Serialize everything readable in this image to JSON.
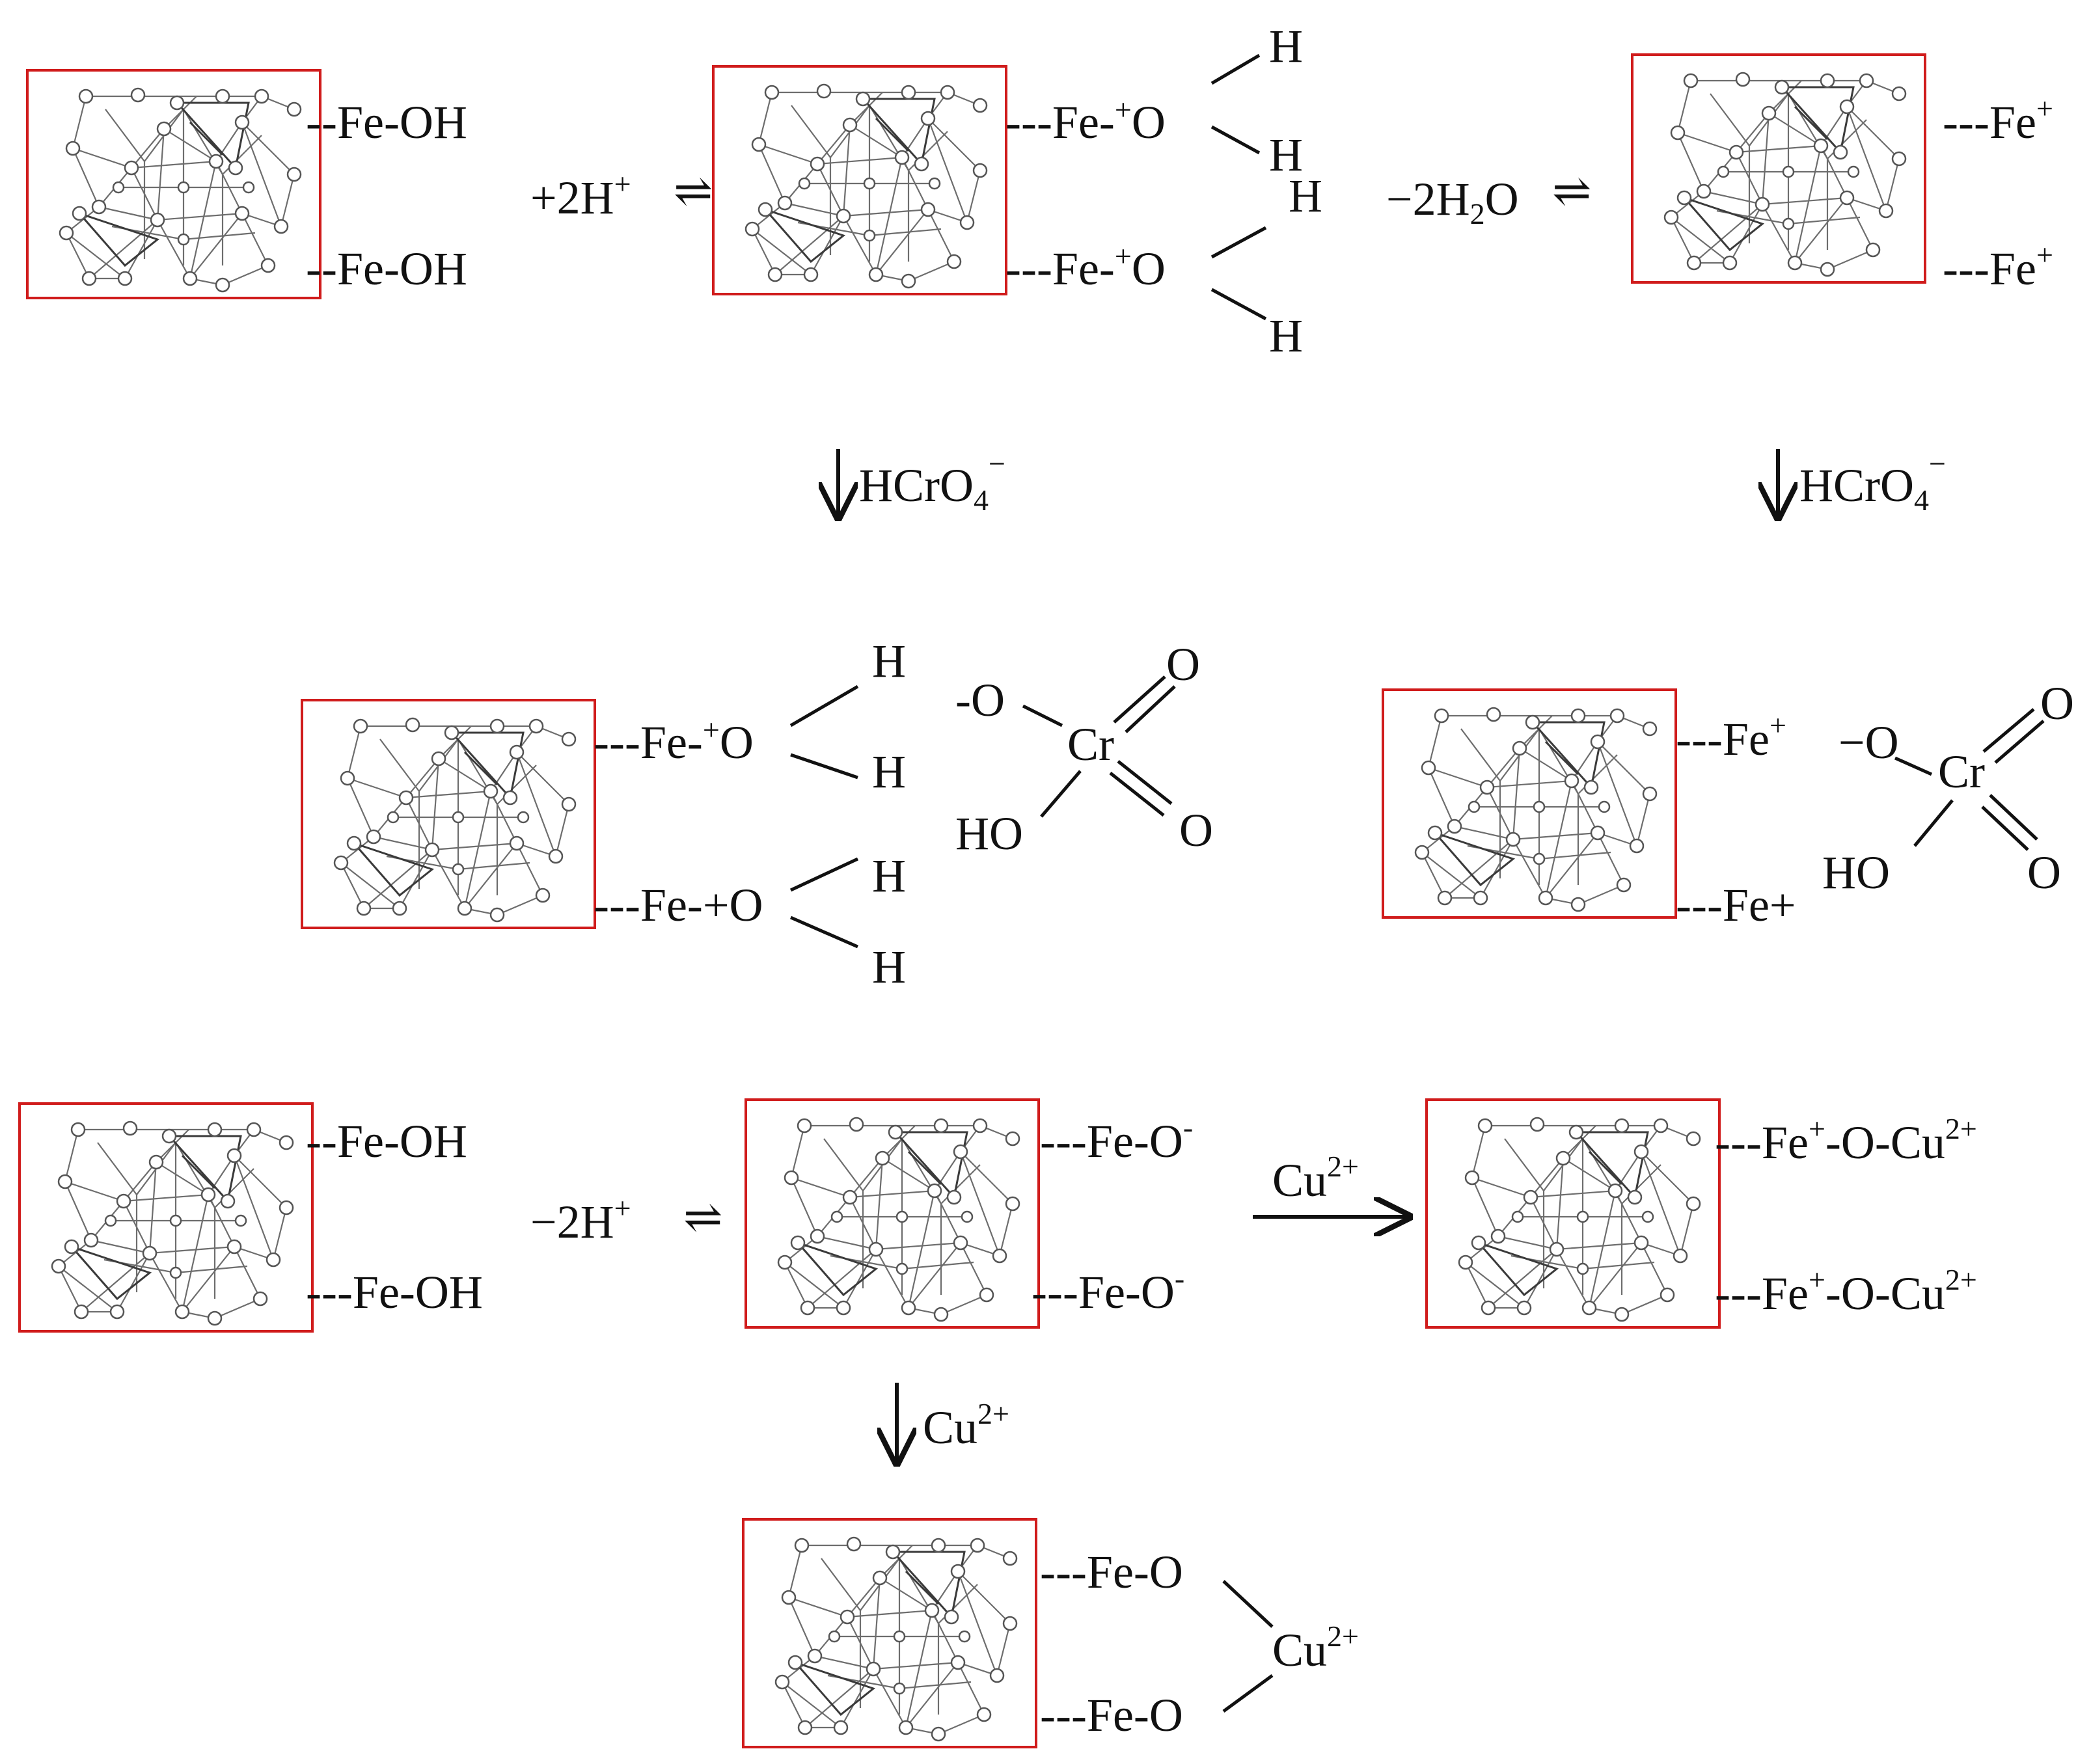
{
  "diagram": {
    "type": "reaction scheme",
    "colors": {
      "box_border": "#d01c1c",
      "ink": "#111111",
      "lattice": "#6d6d6d"
    },
    "step1": {
      "groups": [
        "--Fe-OH",
        "--Fe-OH"
      ],
      "reagent": "+2H",
      "reagent_sup": "+",
      "equilibrium": "⇌"
    },
    "step2": {
      "fe_prefix": "---Fe-",
      "charge": "+",
      "oxygen": "O",
      "hydrogen": "H",
      "water_loss": "−2H",
      "water_sub": "2",
      "water_tail": "O",
      "equilibrium": "⇌"
    },
    "step3": {
      "groups": [
        "---Fe",
        "---Fe"
      ],
      "sup": "+"
    },
    "hcro4_arrow": {
      "text": "HCrO",
      "sub": "4",
      "sup": "−"
    },
    "chromate_left": {
      "fe_1": "---Fe-",
      "fe_2": "---Fe-+O",
      "o_charge": "+",
      "oxygen": "O",
      "hydrogen": "H",
      "o_minus": "-O",
      "cr": "Cr",
      "o_double": "O",
      "ho": "HO"
    },
    "chromate_right": {
      "fe_1": "---Fe",
      "fe_1_sup": "+",
      "o_minus": "−O",
      "fe_2": "---Fe+",
      "cr": "Cr",
      "o_double": "O",
      "ho": "HO"
    },
    "deprotonation": {
      "groups": [
        "--Fe-OH",
        "---Fe-OH"
      ],
      "reagent": "−2H",
      "reagent_sup": "+",
      "equilibrium": "⇌"
    },
    "anion": {
      "groups": [
        "---Fe-O",
        "---Fe-O"
      ],
      "sup": "-"
    },
    "cu_horizontal": {
      "text": "Cu",
      "sup": "2+"
    },
    "cu_monodentate": {
      "groups": [
        "---Fe",
        "---Fe"
      ],
      "fe_sup": "+",
      "tail": "-O-Cu",
      "tail_sup": "2+"
    },
    "cu_vertical_arrow": {
      "text": "Cu",
      "sup": "2+"
    },
    "cu_bidentate": {
      "groups": [
        "---Fe-O",
        "---Fe-O"
      ],
      "cu": "Cu",
      "cu_sup": "2+"
    }
  }
}
